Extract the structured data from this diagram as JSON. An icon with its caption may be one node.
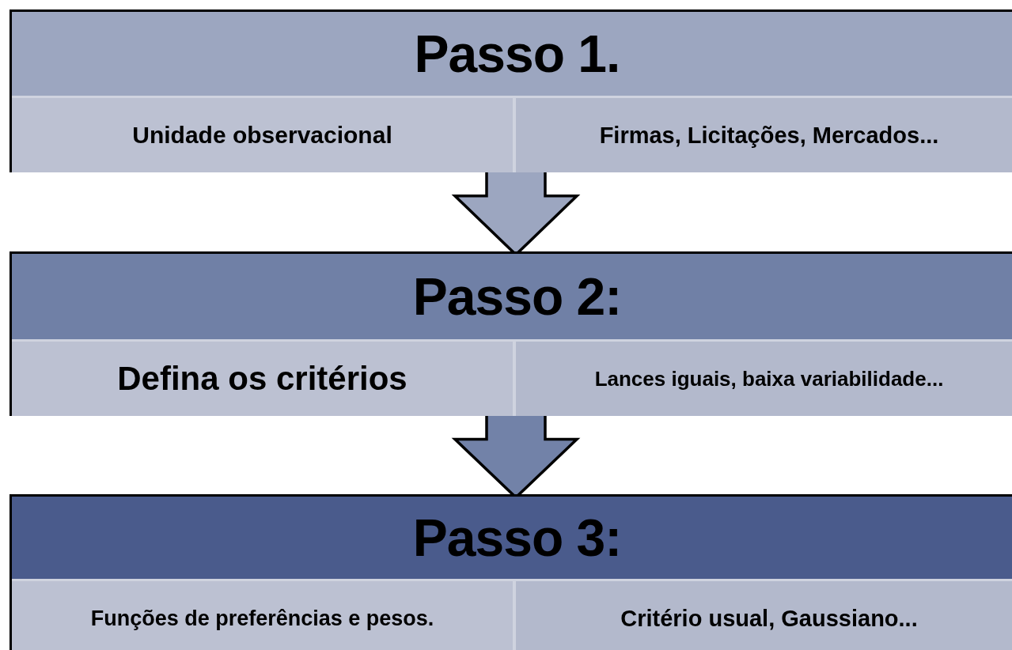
{
  "diagram": {
    "nodes": [
      {
        "text": [
          "Passo 1."
        ]
      },
      {
        "text": [
          "Unidade observacional"
        ],
        "in": 0
      },
      {
        "text": [
          "Firmas, Licitações, Mercados..."
        ],
        "in": 0
      },
      {
        "text": [
          "Passo 2:"
        ]
      },
      {
        "text": [
          "Defina os critérios"
        ],
        "in": 3
      },
      {
        "text": [
          "Lances iguais, baixa variabilidade..."
        ],
        "in": 3
      },
      {
        "text": [
          "Passo 3:"
        ]
      },
      {
        "text": [
          "Funções de preferências e pesos."
        ],
        "in": 6
      },
      {
        "text": [
          "Critério usual, Gaussiano..."
        ],
        "in": 6
      }
    ],
    "edges": [
      {
        "from": 0,
        "to": 3,
        "arrow": "to",
        "style": "thick",
        "color": "#9ca6c0"
      },
      {
        "from": 3,
        "to": 6,
        "arrow": "to",
        "style": "thick",
        "color": "#7282a8"
      }
    ]
  }
}
